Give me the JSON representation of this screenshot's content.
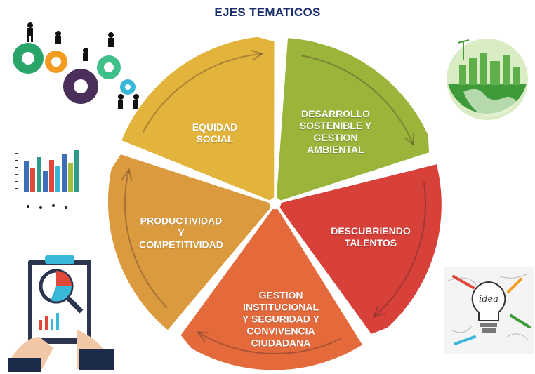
{
  "title": "EJES TEMATICOS",
  "segments": [
    {
      "lines": [
        "EQUIDAD",
        "SOCIAL"
      ],
      "color": "#9bb43a"
    },
    {
      "lines": [
        "DESARROLLO",
        "SOSTENIBLE Y",
        "GESTION",
        "AMBIENTAL"
      ],
      "color": "#d8403a"
    },
    {
      "lines": [
        "DESCUBRIENDO",
        "TALENTOS"
      ],
      "color": "#e46a3c"
    },
    {
      "lines": [
        "GESTION",
        "INSTITUCIONAL",
        "Y SEGURIDAD Y",
        "CONVIVENCIA",
        "CIUDADANA"
      ],
      "color": "#dc9a3e"
    },
    {
      "lines": [
        "PRODUCTIVIDAD",
        "Y",
        "COMPETITIVIDAD"
      ],
      "color": "#e2b43c"
    }
  ],
  "illustrations": [
    {
      "name": "gears-people-icon"
    },
    {
      "name": "green-globe-city-icon"
    },
    {
      "name": "bar-chart-icon"
    },
    {
      "name": "clipboard-magnifier-icon"
    },
    {
      "name": "lightbulb-idea-icon",
      "text": "idea"
    }
  ]
}
